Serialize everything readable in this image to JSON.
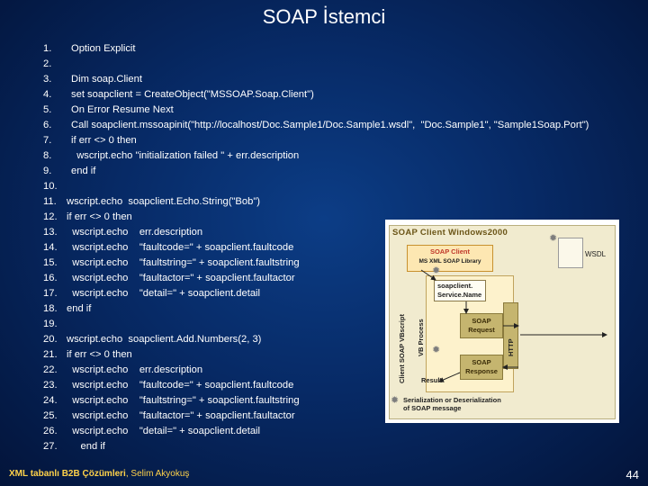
{
  "title": "SOAP İstemci",
  "code_lines": [
    {
      "num": "1.",
      "text": "Option Explicit"
    },
    {
      "num": "2.",
      "text": ""
    },
    {
      "num": "3.",
      "text": "Dim soap.Client"
    },
    {
      "num": "4.",
      "text": "set soapclient = CreateObject(\"MSSOAP.Soap.Client\")"
    },
    {
      "num": "5.",
      "text": "On Error Resume Next"
    },
    {
      "num": "6.",
      "text": "Call soapclient.mssoapinit(\"http://localhost/Doc.Sample1/Doc.Sample1.wsdl\",  \"Doc.Sample1\", \"Sample1Soap.Port\")"
    },
    {
      "num": "7.",
      "text": "if err <> 0 then"
    },
    {
      "num": "8.",
      "text": "  wscript.echo \"initialization failed \" + err.description"
    },
    {
      "num": "9.",
      "text": "end if"
    },
    {
      "num": "10.",
      "text": ""
    },
    {
      "num": "11.",
      "text": "wscript.echo  soapclient.Echo.String(\"Bob\")"
    },
    {
      "num": "12.",
      "text": "if err <> 0 then"
    },
    {
      "num": "13.",
      "text": "  wscript.echo    err.description"
    },
    {
      "num": "14.",
      "text": "  wscript.echo    \"faultcode=\" + soapclient.faultcode"
    },
    {
      "num": "15.",
      "text": "  wscript.echo    \"faultstring=\" + soapclient.faultstring"
    },
    {
      "num": "16.",
      "text": "  wscript.echo    \"faultactor=\" + soapclient.faultactor"
    },
    {
      "num": "17.",
      "text": "  wscript.echo    \"detail=\" + soapclient.detail"
    },
    {
      "num": "18.",
      "text": "end if"
    },
    {
      "num": "19.",
      "text": ""
    },
    {
      "num": "20.",
      "text": "wscript.echo  soapclient.Add.Numbers(2, 3)"
    },
    {
      "num": "21.",
      "text": "if err <> 0 then"
    },
    {
      "num": "22.",
      "text": "  wscript.echo    err.description"
    },
    {
      "num": "23.",
      "text": "  wscript.echo    \"faultcode=\" + soapclient.faultcode"
    },
    {
      "num": "24.",
      "text": "  wscript.echo    \"faultstring=\" + soapclient.faultstring"
    },
    {
      "num": "25.",
      "text": "  wscript.echo    \"faultactor=\" + soapclient.faultactor"
    },
    {
      "num": "26.",
      "text": "  wscript.echo    \"detail=\" + soapclient.detail"
    },
    {
      "num": "27.",
      "text": "     end if"
    }
  ],
  "figure": {
    "header": "SOAP Client  Windows2000",
    "lib_title": "SOAP Client",
    "lib_sub": "MS XML SOAP Library",
    "vb_label": "Client SOAP VBscript",
    "process_label": "VB Process",
    "service_line1": "soapclient.",
    "service_line2": "Service.Name",
    "request_line1": "SOAP",
    "request_line2": "Request",
    "http_label": "HTTP",
    "response_line1": "SOAP",
    "response_line2": "Response",
    "result": "Result",
    "wsdl": "WSDL",
    "footnote_line1": "Serialization or Deserialization",
    "footnote_line2": "of SOAP message"
  },
  "footer": {
    "course": "XML tabanlı B2B Çözümleri",
    "author": ", Selim Akyokuş"
  },
  "page_number": "44",
  "colors": {
    "background": "#072a66",
    "text": "#ffffff",
    "footer_accent": "#ffd24a"
  }
}
